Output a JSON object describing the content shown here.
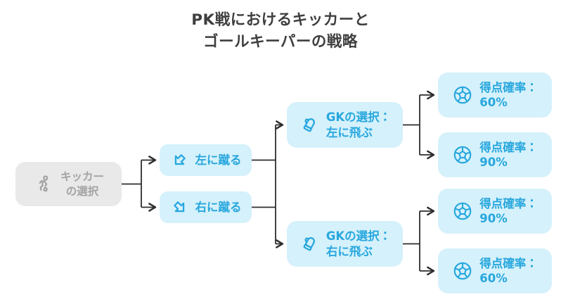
{
  "title": {
    "line1": "PK戦におけるキッカーと",
    "line2": "ゴールキーパーの戦略"
  },
  "nodes": {
    "kicker": {
      "line1": "キッカー",
      "line2": "の選択",
      "icon": "kicking-person-icon"
    },
    "kick_left": {
      "label": "左に蹴る",
      "icon": "arrow-down-left-icon"
    },
    "kick_right": {
      "label": "右に蹴る",
      "icon": "arrow-down-right-icon"
    },
    "gk_left": {
      "line1": "GKの選択：",
      "line2": "左に飛ぶ",
      "icon": "glove-icon"
    },
    "gk_right": {
      "line1": "GKの選択：",
      "line2": "右に飛ぶ",
      "icon": "glove-icon"
    },
    "outcomes": [
      {
        "line1": "得点確率：",
        "line2": "60%",
        "icon": "soccer-ball-icon"
      },
      {
        "line1": "得点確率：",
        "line2": "90%",
        "icon": "soccer-ball-icon"
      },
      {
        "line1": "得点確率：",
        "line2": "90%",
        "icon": "soccer-ball-icon"
      },
      {
        "line1": "得点確率：",
        "line2": "60%",
        "icon": "soccer-ball-icon"
      }
    ]
  },
  "colors": {
    "node_fill": "#d5f1fb",
    "node_text": "#27a7de",
    "root_fill": "#e9e9e9",
    "root_text": "#a3a3a3",
    "connector": "#2d2d2d",
    "title_text": "#3f3f3f"
  }
}
